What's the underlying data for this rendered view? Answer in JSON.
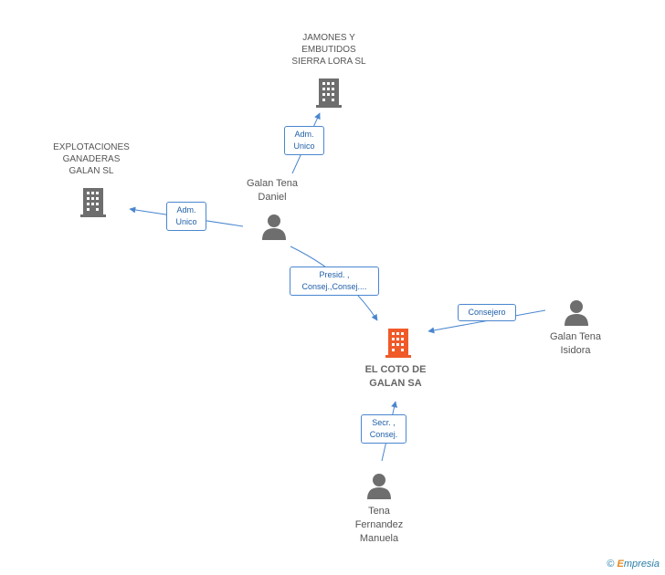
{
  "nodes": {
    "jamones": {
      "label_lines": [
        "JAMONES Y",
        "EMBUTIDOS",
        "SIERRA LORA SL"
      ]
    },
    "explotaciones": {
      "label_lines": [
        "EXPLOTACIONES",
        "GANADERAS",
        "GALAN  SL"
      ]
    },
    "galan_daniel": {
      "label_lines": [
        "Galan Tena",
        "Daniel"
      ]
    },
    "galan_isidora": {
      "label_lines": [
        "Galan Tena",
        "Isidora"
      ]
    },
    "coto": {
      "label_lines": [
        "EL COTO DE",
        "GALAN SA"
      ]
    },
    "tena_manuela": {
      "label_lines": [
        "Tena",
        "Fernandez",
        "Manuela"
      ]
    }
  },
  "edges": {
    "daniel_jamones": {
      "label_lines": [
        "Adm.",
        "Unico"
      ]
    },
    "daniel_explotaciones": {
      "label_lines": [
        "Adm.",
        "Unico"
      ]
    },
    "daniel_coto": {
      "label_lines": [
        "Presid. ,",
        "Consej.,Consej...."
      ]
    },
    "isidora_coto": {
      "label_lines": [
        "Consejero"
      ]
    },
    "manuela_coto": {
      "label_lines": [
        "Secr. ,",
        "Consej."
      ]
    }
  },
  "colors": {
    "company": "#6e6e6e",
    "main_company": "#f05a28",
    "person": "#6e6e6e",
    "edge_line": "#4a86cf"
  },
  "branding": {
    "copyright": "©",
    "e": "E",
    "rest": "mpresia"
  }
}
